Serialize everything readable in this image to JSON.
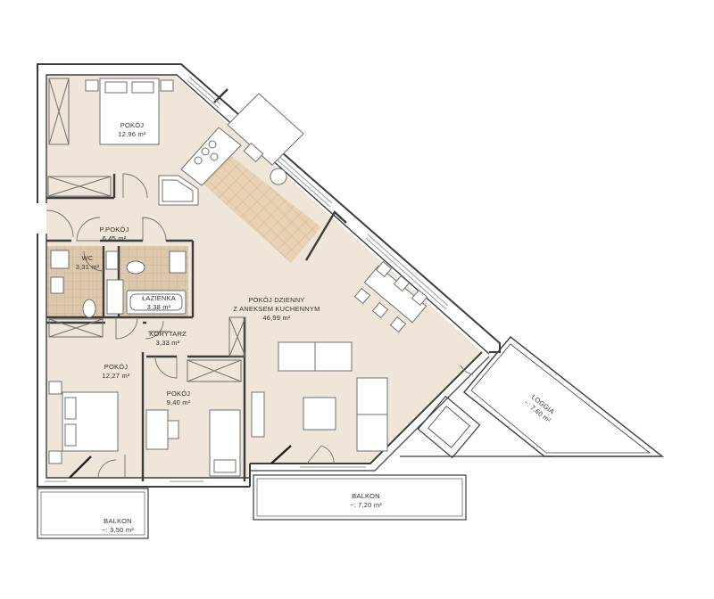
{
  "colors": {
    "floor": "#efe5d9",
    "wall": "#3c3c3c",
    "tile": "#dcc8ad",
    "tile_line": "#b89f80",
    "kitchen_tile": "#e7d2b4",
    "kitchen_line": "#c69d74",
    "furniture": "#6f6f6f",
    "window": "#9a9a9a"
  },
  "rooms": [
    {
      "id": "pokoj1",
      "name": "POKÓJ",
      "area": "12,96 m²"
    },
    {
      "id": "ppokoj",
      "name": "P.POKÓJ",
      "area": "6,45 m²"
    },
    {
      "id": "wc",
      "name": "WC",
      "area": "3,31 m²"
    },
    {
      "id": "lazienka",
      "name": "ŁAZIENKA",
      "area": "3,38 m²"
    },
    {
      "id": "dzienny",
      "name": "POKÓJ DZIENNY",
      "name2": "Z ANEKSEM KUCHENNYM",
      "area": "46,99 m²"
    },
    {
      "id": "korytarz",
      "name": "KORYTARZ",
      "area": "3,33 m²"
    },
    {
      "id": "pokoj2",
      "name": "POKÓJ",
      "area": "12,27 m²"
    },
    {
      "id": "pokoj3",
      "name": "POKÓJ",
      "area": "9,40 m²"
    },
    {
      "id": "loggia",
      "name": "LOGGIA",
      "area": "~: 7,60 m²"
    },
    {
      "id": "balkon1",
      "name": "BALKON",
      "area": "~: 7,20 m²"
    },
    {
      "id": "balkon2",
      "name": "BALKON",
      "area": "~: 3,50 m²"
    }
  ]
}
